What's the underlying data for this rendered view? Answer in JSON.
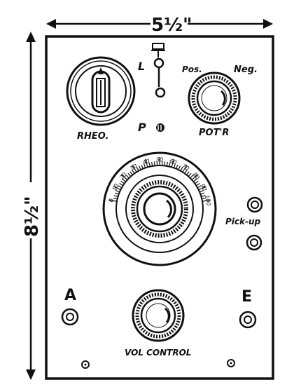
{
  "dimensions": {
    "width": "5½\"",
    "height": "8½\""
  },
  "labels": {
    "l": "L",
    "p": "P",
    "pos": "Pos.",
    "neg": "Neg.",
    "rheo": "RHEO.",
    "potr": "POT'R",
    "pickup": "Pick-up",
    "a": "A",
    "e": "E",
    "vol_control": "VOL CONTROL"
  },
  "dial_scale": [
    "0",
    "10",
    "20",
    "30",
    "40",
    "50",
    "60",
    "70",
    "80",
    "90",
    "100"
  ]
}
